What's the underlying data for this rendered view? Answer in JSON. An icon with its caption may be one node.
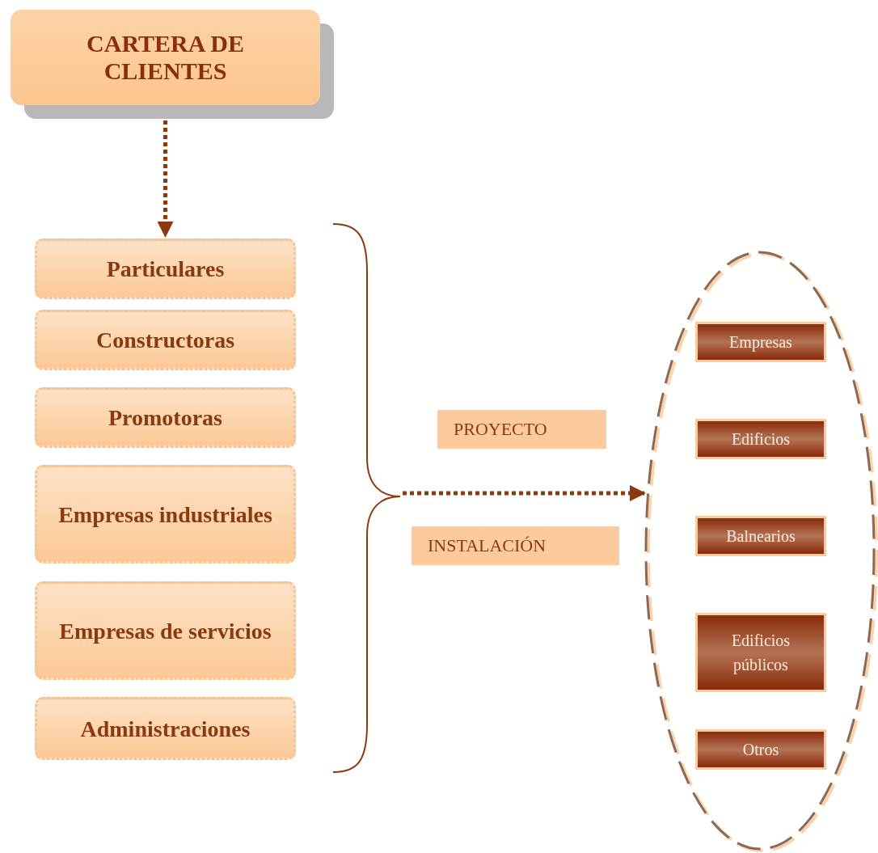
{
  "diagram": {
    "nodes": [
      {
        "text": [
          "CARTERA DE CLIENTES"
        ]
      },
      {
        "text": [
          "Particulares"
        ]
      },
      {
        "text": [
          "Constructoras"
        ]
      },
      {
        "text": [
          "Promotoras"
        ]
      },
      {
        "text": [
          "Empresas industriales"
        ]
      },
      {
        "text": [
          "Empresas de servicios"
        ]
      },
      {
        "text": [
          "Administraciones"
        ]
      },
      {
        "text": [],
        "shape": "bracket"
      },
      {
        "text": [
          "PROYECTO"
        ]
      },
      {
        "text": [
          "INSTALACIÓN"
        ]
      },
      {
        "text": [],
        "shape": "ellipse"
      },
      {
        "text": [
          "Empresas"
        ],
        "in": 10
      },
      {
        "text": [
          "Edificios"
        ],
        "in": 10
      },
      {
        "text": [
          "Balnearios"
        ],
        "in": 10
      },
      {
        "text": [
          "Edificios públicos"
        ],
        "in": 10
      },
      {
        "text": [
          "Otros"
        ],
        "in": 10
      }
    ],
    "edges": [
      {
        "from": 0,
        "to": 1,
        "arrow": "to",
        "style": "dashed"
      },
      {
        "from": 7,
        "to": 10,
        "arrow": "to",
        "style": "dashed"
      }
    ]
  }
}
